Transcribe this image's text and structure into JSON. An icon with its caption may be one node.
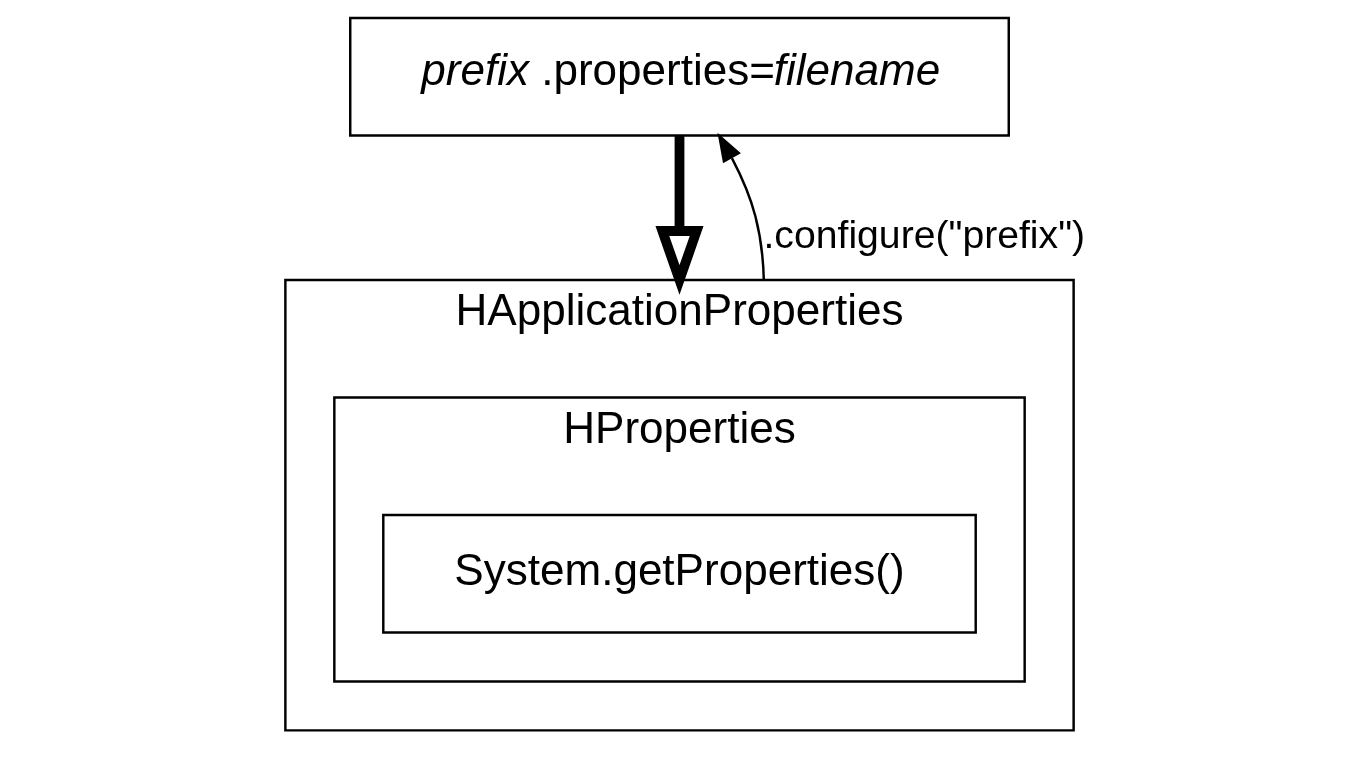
{
  "diagram": {
    "nodes": [
      {
        "text": [
          "*prefix* .properties=*filename*"
        ]
      },
      {
        "text": [
          "HApplicationProperties"
        ]
      },
      {
        "text": [
          "HProperties"
        ],
        "in": 1
      },
      {
        "text": [
          "System.getProperties()"
        ],
        "in": 2
      }
    ],
    "edges": [
      {
        "from": 0,
        "to": 1,
        "arrow": "to",
        "style": "thick"
      },
      {
        "from": 1,
        "to": 0,
        "arrow": "to",
        "label": ".configure(\"prefix\")"
      }
    ]
  }
}
